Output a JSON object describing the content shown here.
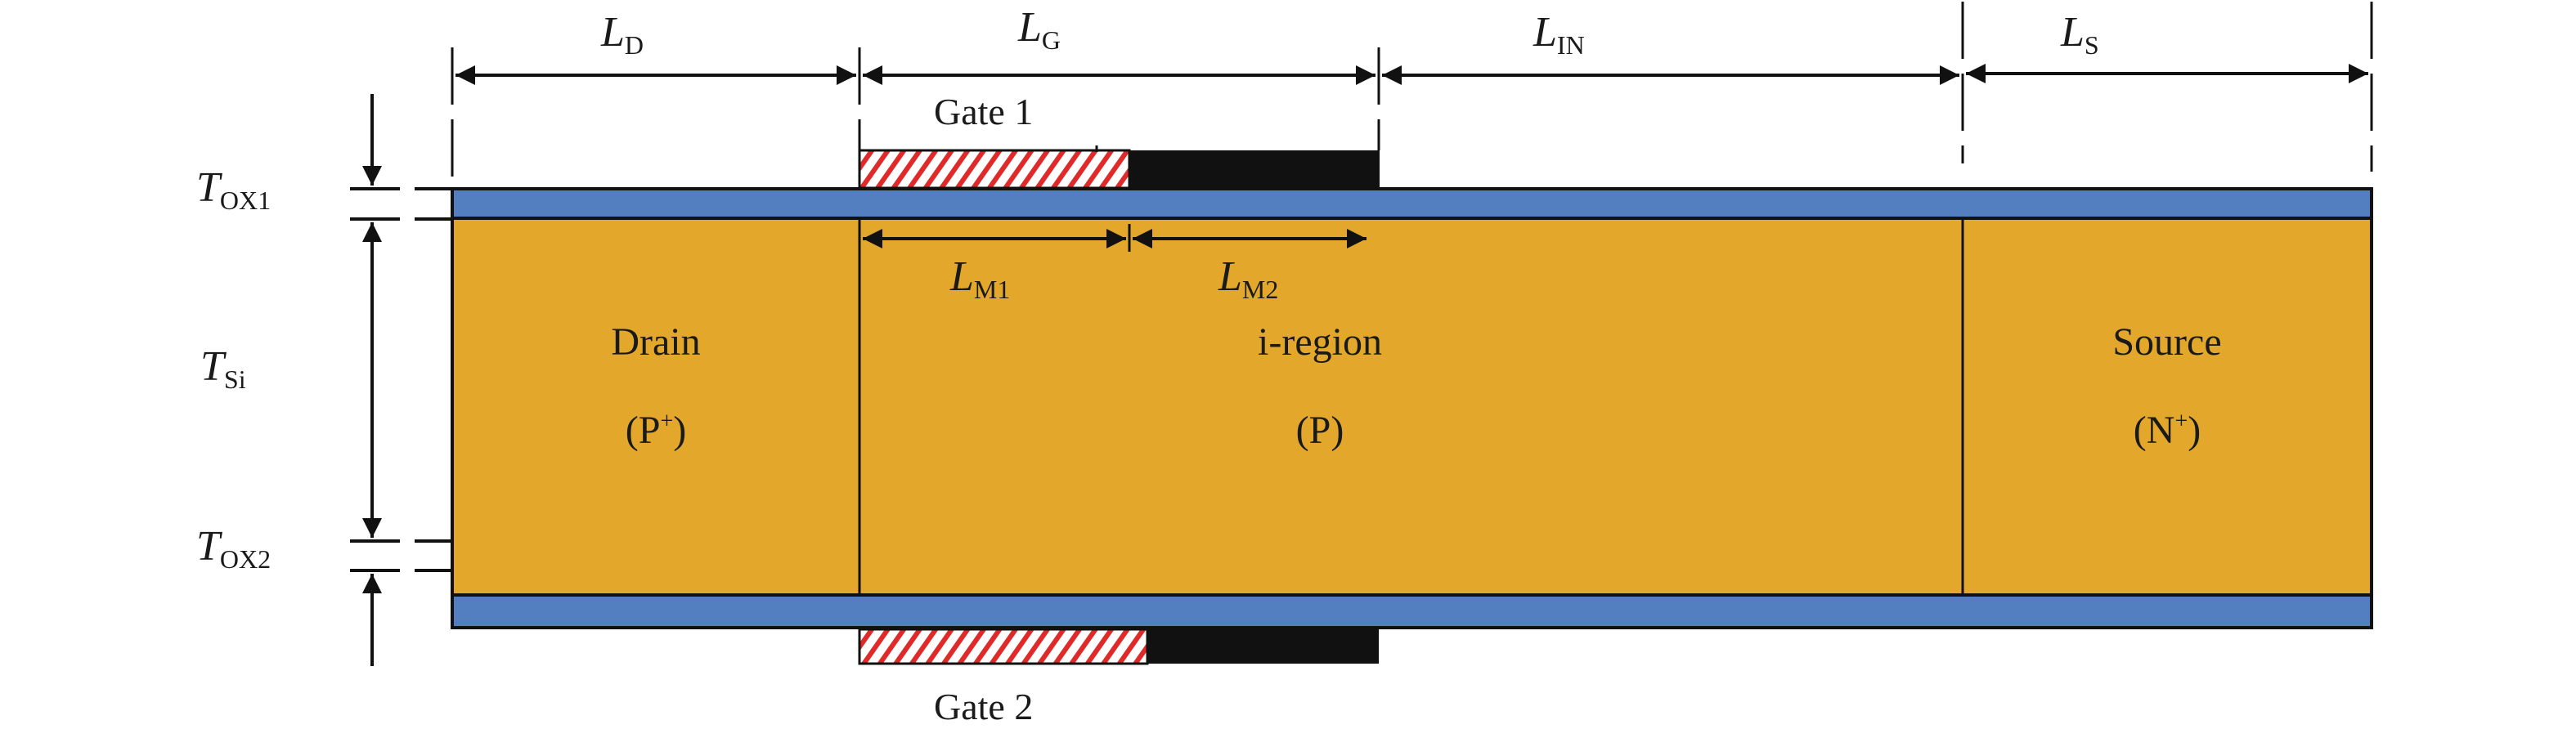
{
  "title": "Dual-material double-gate TFET cross-section",
  "colors": {
    "silicon": "#E3A82B",
    "oxide": "#537EBF",
    "gate_metal": "#111111",
    "hatch": "#E02A2A",
    "outline": "#111111"
  },
  "dimensions": {
    "horizontal": [
      {
        "symbol": "L",
        "sub": "D"
      },
      {
        "symbol": "L",
        "sub": "G"
      },
      {
        "symbol": "L",
        "sub": "IN"
      },
      {
        "symbol": "L",
        "sub": "S"
      }
    ],
    "gate_metals": [
      {
        "symbol": "L",
        "sub": "M1"
      },
      {
        "symbol": "L",
        "sub": "M2"
      }
    ],
    "vertical": [
      {
        "symbol": "T",
        "sub": "OX1"
      },
      {
        "symbol": "T",
        "sub": "Si"
      },
      {
        "symbol": "T",
        "sub": "OX2"
      }
    ]
  },
  "regions": [
    {
      "name": "Drain",
      "doping": "(P",
      "sup": "+",
      "close": ")"
    },
    {
      "name": "i-region",
      "doping": "(P)",
      "sup": "",
      "close": ""
    },
    {
      "name": "Source",
      "doping": "(N",
      "sup": "+",
      "close": ")"
    }
  ],
  "gates": {
    "top": "Gate 1",
    "bottom": "Gate 2"
  }
}
